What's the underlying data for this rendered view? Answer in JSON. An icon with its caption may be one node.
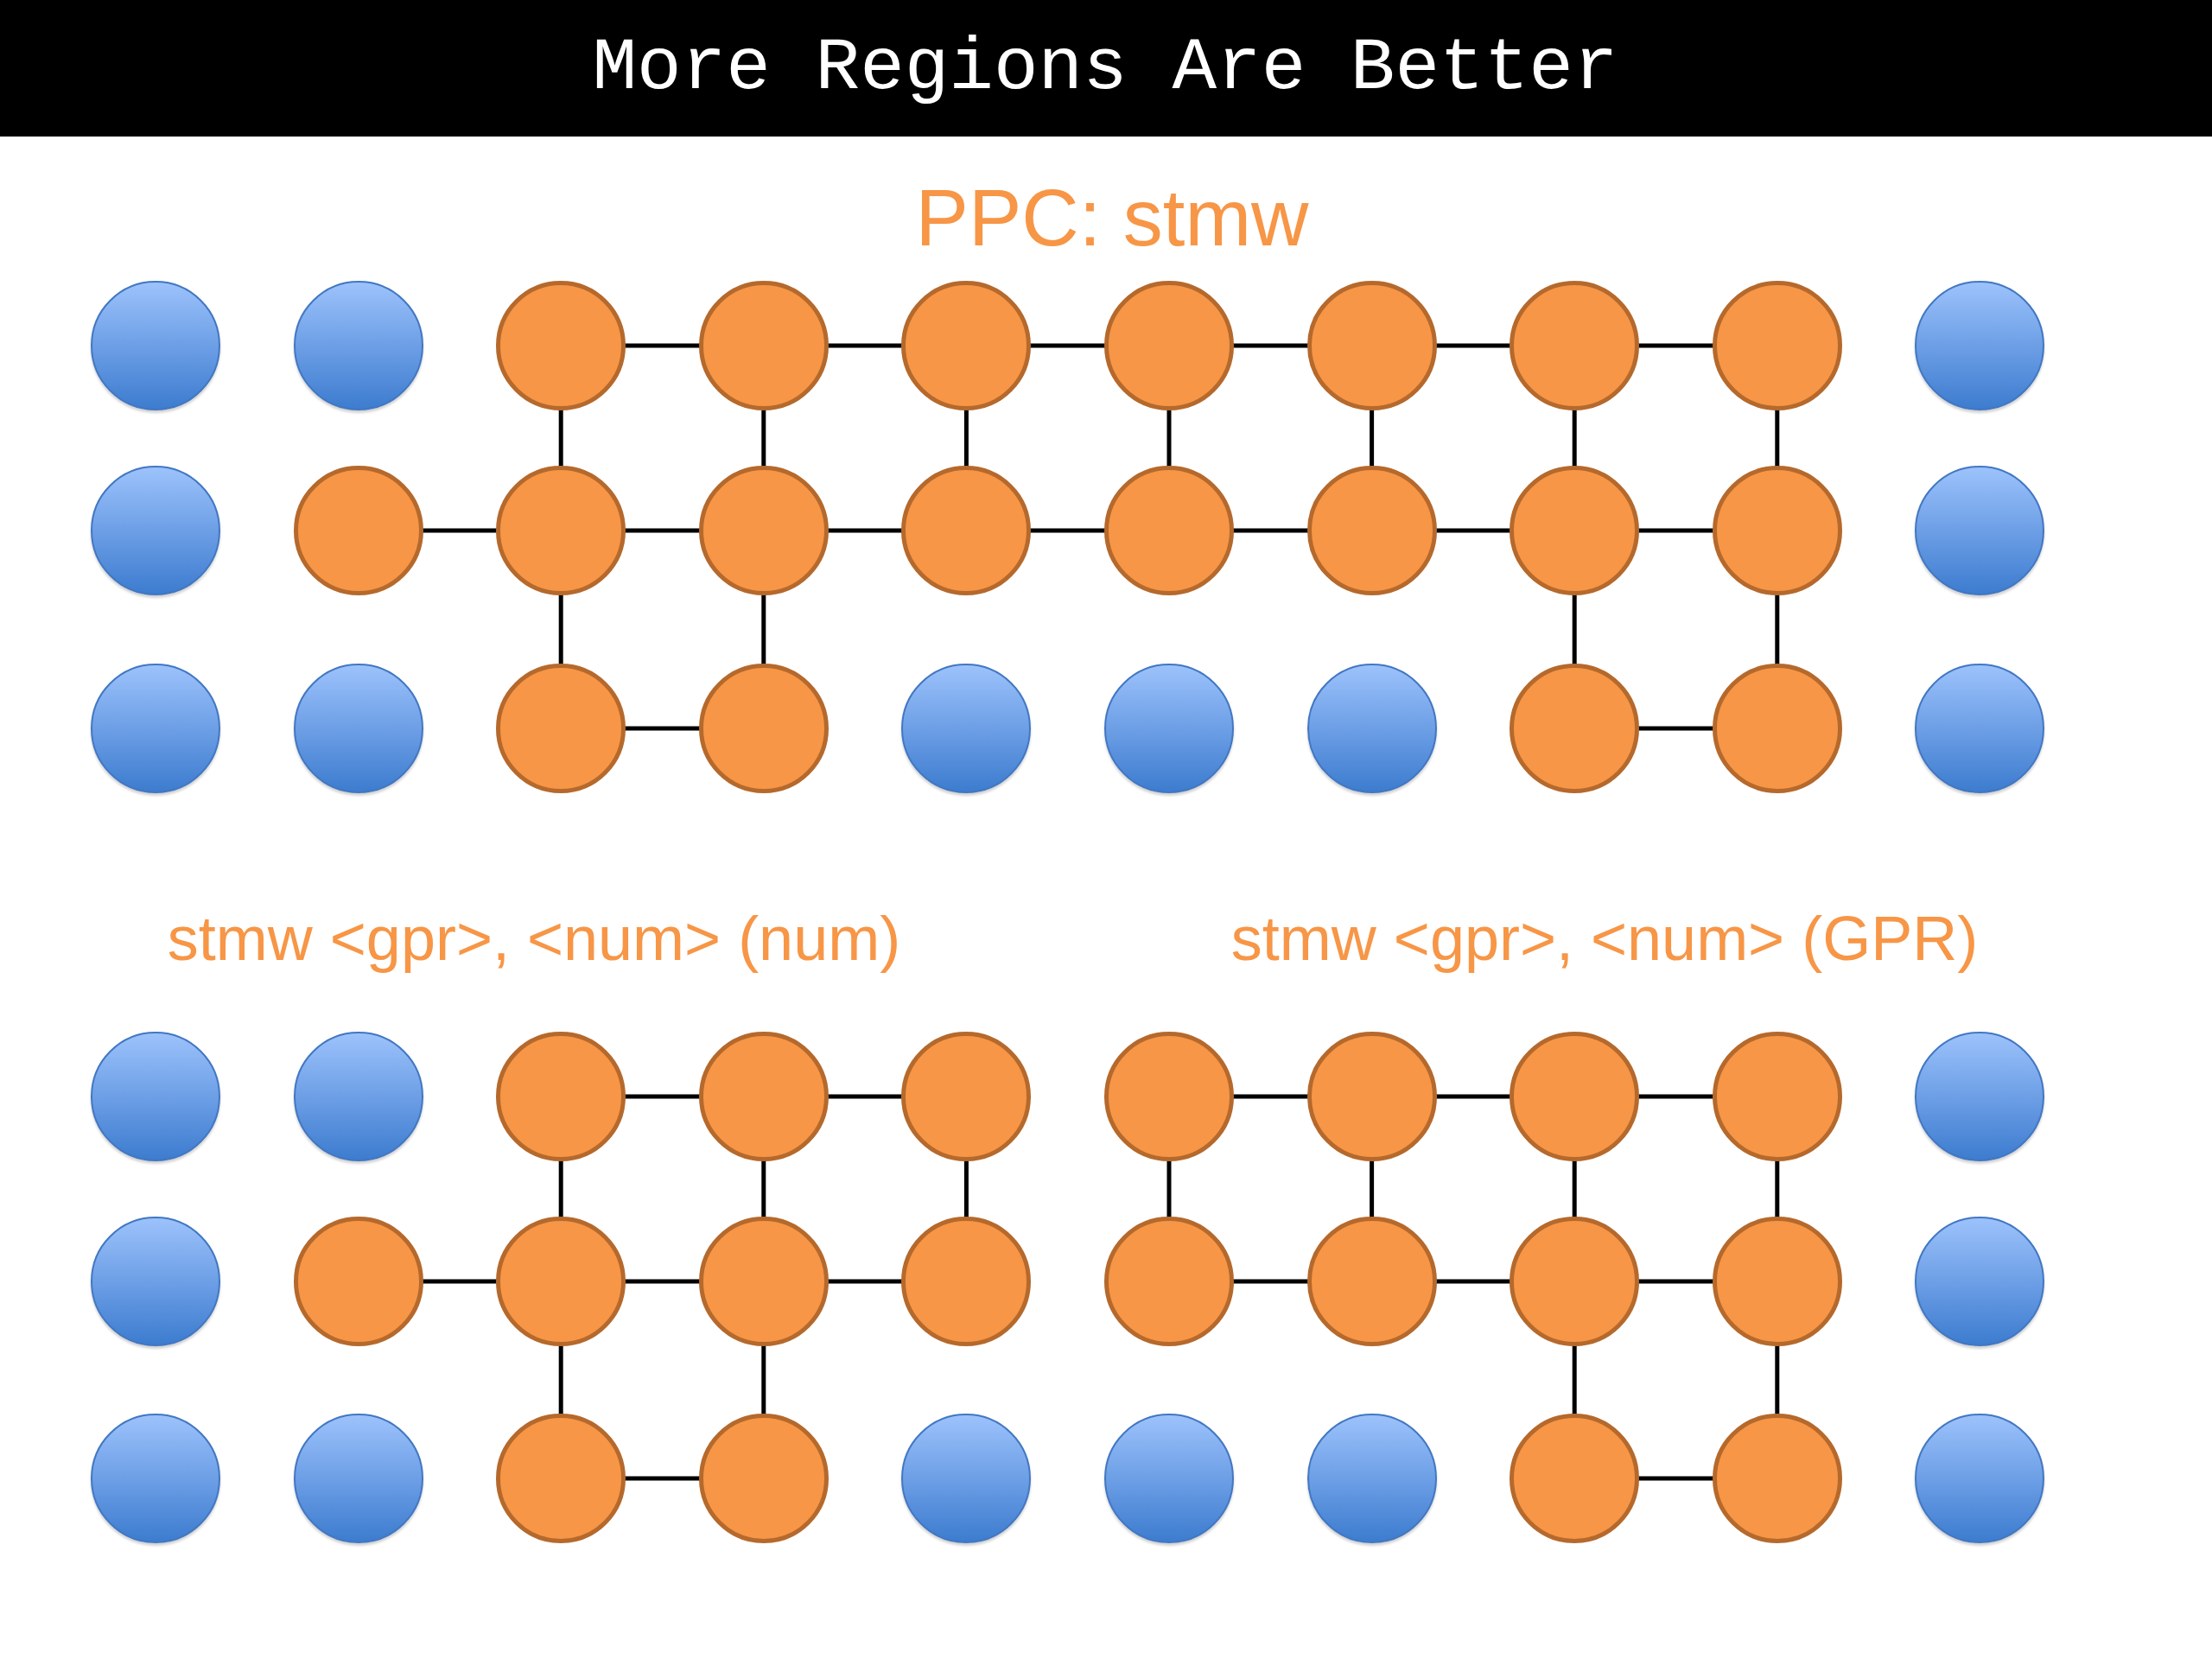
{
  "diagram": {
    "title": "More Regions Are Better",
    "nodes": [
      {
        "text": [],
        "shape": "circle"
      },
      {
        "text": [],
        "shape": "circle"
      },
      {
        "text": [],
        "shape": "circle"
      },
      {
        "text": [],
        "shape": "circle"
      },
      {
        "text": [],
        "shape": "circle"
      },
      {
        "text": [],
        "shape": "circle"
      },
      {
        "text": [],
        "shape": "circle"
      },
      {
        "text": [],
        "shape": "circle"
      },
      {
        "text": [],
        "shape": "circle"
      },
      {
        "text": [],
        "shape": "circle"
      },
      {
        "text": [],
        "shape": "circle"
      },
      {
        "text": [],
        "shape": "circle"
      },
      {
        "text": [],
        "shape": "circle"
      },
      {
        "text": [],
        "shape": "circle"
      },
      {
        "text": [],
        "shape": "circle"
      },
      {
        "text": [],
        "shape": "circle"
      },
      {
        "text": [],
        "shape": "circle"
      },
      {
        "text": [],
        "shape": "circle"
      },
      {
        "text": [],
        "shape": "circle"
      },
      {
        "text": [],
        "shape": "circle"
      },
      {
        "text": [],
        "shape": "circle"
      },
      {
        "text": [],
        "shape": "circle"
      },
      {
        "text": [],
        "shape": "circle"
      },
      {
        "text": [],
        "shape": "circle"
      },
      {
        "text": [],
        "shape": "circle"
      },
      {
        "text": [],
        "shape": "circle"
      },
      {
        "text": [],
        "shape": "circle"
      },
      {
        "text": [],
        "shape": "circle"
      },
      {
        "text": [],
        "shape": "circle"
      },
      {
        "text": [],
        "shape": "circle"
      },
      {
        "text": [],
        "shape": "circle"
      },
      {
        "text": [],
        "shape": "circle"
      },
      {
        "text": [],
        "shape": "circle"
      },
      {
        "text": [],
        "shape": "circle"
      },
      {
        "text": [],
        "shape": "circle"
      },
      {
        "text": [],
        "shape": "circle"
      },
      {
        "text": [],
        "shape": "circle"
      },
      {
        "text": [],
        "shape": "circle"
      },
      {
        "text": [],
        "shape": "circle"
      },
      {
        "text": [],
        "shape": "circle"
      },
      {
        "text": [],
        "shape": "circle"
      },
      {
        "text": [],
        "shape": "circle"
      },
      {
        "text": [],
        "shape": "circle"
      },
      {
        "text": [],
        "shape": "circle"
      },
      {
        "text": [],
        "shape": "circle"
      },
      {
        "text": [],
        "shape": "circle"
      },
      {
        "text": [],
        "shape": "circle"
      },
      {
        "text": [],
        "shape": "circle"
      },
      {
        "text": [],
        "shape": "circle"
      },
      {
        "text": [],
        "shape": "circle"
      },
      {
        "text": [],
        "shape": "circle"
      },
      {
        "text": [],
        "shape": "circle"
      },
      {
        "text": [],
        "shape": "circle"
      },
      {
        "text": [],
        "shape": "circle"
      },
      {
        "text": [],
        "shape": "circle"
      },
      {
        "text": [],
        "shape": "circle"
      },
      {
        "text": [],
        "shape": "circle"
      },
      {
        "text": [],
        "shape": "circle"
      },
      {
        "text": [],
        "shape": "circle"
      },
      {
        "text": [],
        "shape": "circle"
      }
    ],
    "edges": [
      {
        "from": 2,
        "to": 3,
        "arrow": "none"
      },
      {
        "from": 3,
        "to": 4,
        "arrow": "none"
      },
      {
        "from": 4,
        "to": 5,
        "arrow": "none"
      },
      {
        "from": 5,
        "to": 6,
        "arrow": "none"
      },
      {
        "from": 6,
        "to": 7,
        "arrow": "none"
      },
      {
        "from": 7,
        "to": 8,
        "arrow": "none"
      },
      {
        "from": 2,
        "to": 12,
        "arrow": "none"
      },
      {
        "from": 3,
        "to": 13,
        "arrow": "none"
      },
      {
        "from": 4,
        "to": 14,
        "arrow": "none"
      },
      {
        "from": 5,
        "to": 15,
        "arrow": "none"
      },
      {
        "from": 6,
        "to": 16,
        "arrow": "none"
      },
      {
        "from": 7,
        "to": 17,
        "arrow": "none"
      },
      {
        "from": 8,
        "to": 18,
        "arrow": "none"
      },
      {
        "from": 11,
        "to": 12,
        "arrow": "none"
      },
      {
        "from": 12,
        "to": 13,
        "arrow": "none"
      },
      {
        "from": 13,
        "to": 14,
        "arrow": "none"
      },
      {
        "from": 14,
        "to": 15,
        "arrow": "none"
      },
      {
        "from": 15,
        "to": 16,
        "arrow": "none"
      },
      {
        "from": 16,
        "to": 17,
        "arrow": "none"
      },
      {
        "from": 17,
        "to": 18,
        "arrow": "none"
      },
      {
        "from": 12,
        "to": 22,
        "arrow": "none"
      },
      {
        "from": 13,
        "to": 23,
        "arrow": "none"
      },
      {
        "from": 17,
        "to": 27,
        "arrow": "none"
      },
      {
        "from": 18,
        "to": 28,
        "arrow": "none"
      },
      {
        "from": 22,
        "to": 23,
        "arrow": "none"
      },
      {
        "from": 27,
        "to": 28,
        "arrow": "none"
      },
      {
        "from": 32,
        "to": 33,
        "arrow": "none"
      },
      {
        "from": 33,
        "to": 34,
        "arrow": "none"
      },
      {
        "from": 35,
        "to": 36,
        "arrow": "none"
      },
      {
        "from": 36,
        "to": 37,
        "arrow": "none"
      },
      {
        "from": 37,
        "to": 38,
        "arrow": "none"
      },
      {
        "from": 32,
        "to": 42,
        "arrow": "none"
      },
      {
        "from": 33,
        "to": 43,
        "arrow": "none"
      },
      {
        "from": 34,
        "to": 44,
        "arrow": "none"
      },
      {
        "from": 35,
        "to": 45,
        "arrow": "none"
      },
      {
        "from": 36,
        "to": 46,
        "arrow": "none"
      },
      {
        "from": 37,
        "to": 47,
        "arrow": "none"
      },
      {
        "from": 38,
        "to": 48,
        "arrow": "none"
      },
      {
        "from": 41,
        "to": 42,
        "arrow": "none"
      },
      {
        "from": 42,
        "to": 43,
        "arrow": "none"
      },
      {
        "from": 43,
        "to": 44,
        "arrow": "none"
      },
      {
        "from": 45,
        "to": 46,
        "arrow": "none"
      },
      {
        "from": 46,
        "to": 47,
        "arrow": "none"
      },
      {
        "from": 47,
        "to": 48,
        "arrow": "none"
      },
      {
        "from": 42,
        "to": 52,
        "arrow": "none"
      },
      {
        "from": 43,
        "to": 53,
        "arrow": "none"
      },
      {
        "from": 47,
        "to": 57,
        "arrow": "none"
      },
      {
        "from": 48,
        "to": 58,
        "arrow": "none"
      },
      {
        "from": 52,
        "to": 53,
        "arrow": "none"
      },
      {
        "from": 57,
        "to": 58,
        "arrow": "none"
      }
    ],
    "labels": [
      "PPC: stmw",
      "stmw <gpr>, <num> (num)",
      "stmw <gpr>, <num> (GPR)"
    ]
  }
}
